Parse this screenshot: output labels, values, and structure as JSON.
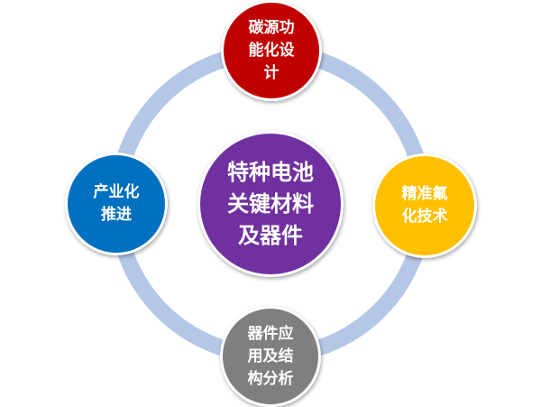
{
  "center": {
    "label": "特种电池\n关键材料\n及器件",
    "color": "#7030A0"
  },
  "nodes": [
    {
      "id": "top",
      "label": "碳源功\n能化设\n计",
      "color": "#C00000"
    },
    {
      "id": "right",
      "label": "精准氟\n化技术",
      "color": "#FFC000"
    },
    {
      "id": "bottom",
      "label": "器件应\n用及结\n构分析",
      "color": "#7F7F7F"
    },
    {
      "id": "left",
      "label": "产业化\n推进",
      "color": "#0070C0"
    }
  ],
  "ring_color": "#B4C7E7"
}
